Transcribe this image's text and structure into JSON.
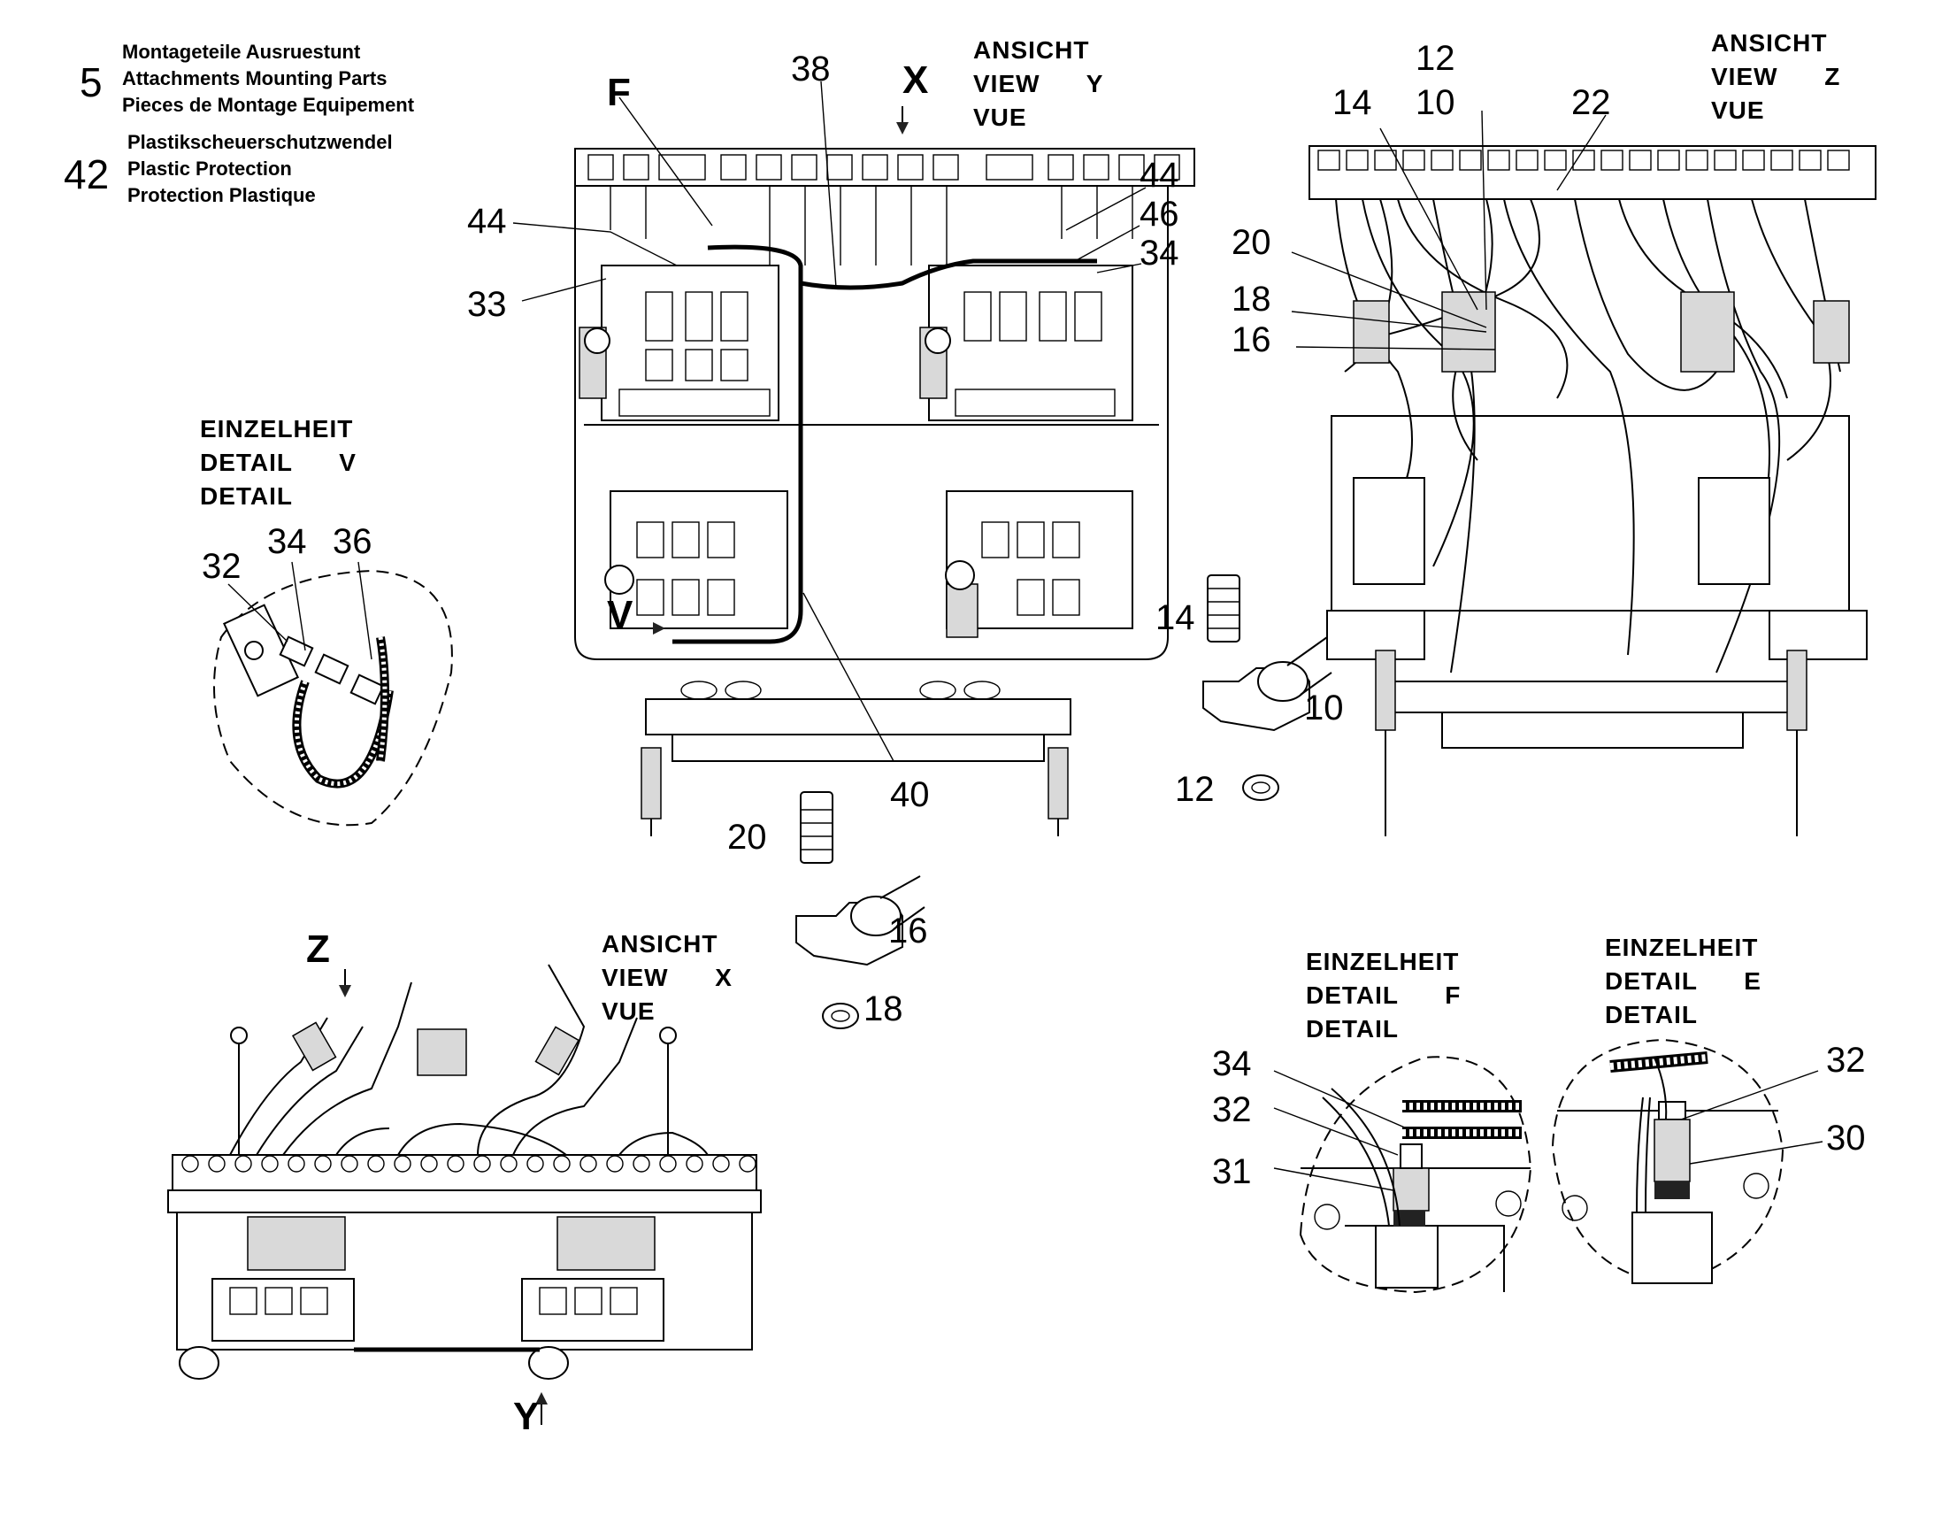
{
  "legend": [
    {
      "num": "5",
      "lines": [
        "Montageteile Ausruestunt",
        "Attachments Mounting Parts",
        "Pieces de Montage Equipement"
      ]
    },
    {
      "num": "42",
      "lines": [
        "Plastikscheuerschutzwendel",
        "Plastic Protection",
        "Protection Plastique"
      ]
    }
  ],
  "views": {
    "y": {
      "lines": [
        "ANSICHT",
        "VIEW      Y",
        "VUE"
      ]
    },
    "z": {
      "lines": [
        "ANSICHT",
        "VIEW      Z",
        "VUE"
      ]
    },
    "x": {
      "lines": [
        "ANSICHT",
        "VIEW      X",
        "VUE"
      ]
    },
    "v": {
      "lines": [
        "EINZELHEIT",
        "DETAIL      V",
        "DETAIL"
      ]
    },
    "f": {
      "lines": [
        "EINZELHEIT",
        "DETAIL      F",
        "DETAIL"
      ]
    },
    "e": {
      "lines": [
        "EINZELHEIT",
        "DETAIL      E",
        "DETAIL"
      ]
    }
  },
  "markers": {
    "x": "X",
    "y": "Y",
    "z": "Z",
    "f": "F",
    "v": "V"
  },
  "callouts": {
    "view_y": [
      "38",
      "44",
      "33",
      "44",
      "46",
      "34",
      "40"
    ],
    "view_z": [
      "12",
      "10",
      "14",
      "22",
      "20",
      "18",
      "16"
    ],
    "flange_a": [
      "14",
      "10",
      "12"
    ],
    "flange_b": [
      "20",
      "16",
      "18"
    ],
    "detail_v": [
      "32",
      "34",
      "36"
    ],
    "detail_f": [
      "34",
      "32",
      "31"
    ],
    "detail_e": [
      "32",
      "30"
    ]
  }
}
